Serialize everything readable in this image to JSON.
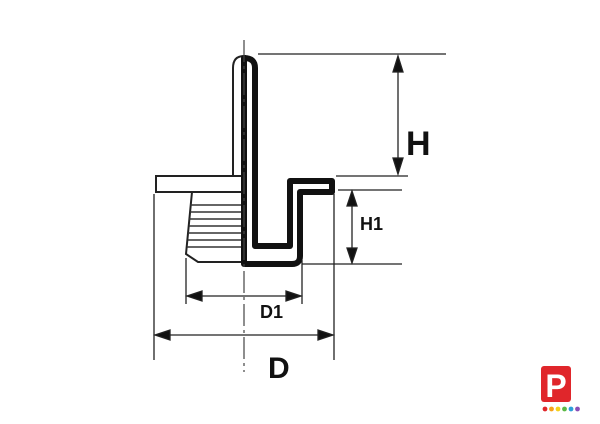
{
  "labels": {
    "height": "H",
    "h1": "H1",
    "d1": "D1",
    "diameter": "D"
  },
  "logo": {
    "letter": "P",
    "primary_color": "#e0262b",
    "dot_colors": [
      "#e0262b",
      "#f7a11a",
      "#f4d11d",
      "#5bb946",
      "#2d9fd8",
      "#8a4fb7"
    ]
  },
  "colors": {
    "ink": "#111111",
    "line": "#222222",
    "fill": "#ffffff"
  }
}
